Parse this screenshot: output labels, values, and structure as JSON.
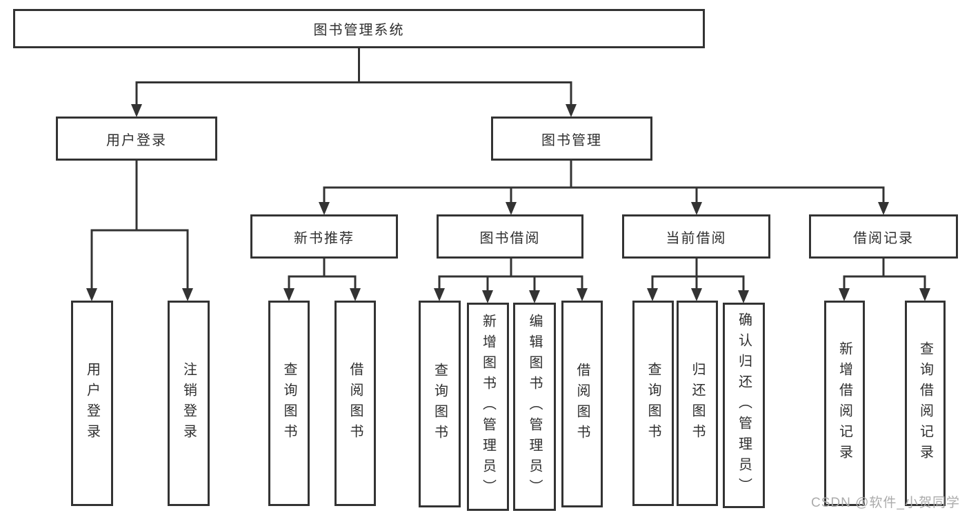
{
  "page": {
    "background": "#ffffff"
  },
  "diagram": {
    "title": "图书管理系统",
    "line_color": "#333333",
    "text_color": "#2f2f2f",
    "level2": {
      "user_login": "用户登录",
      "book_management": "图书管理"
    },
    "level3": {
      "new_book_recommend": "新书推荐",
      "book_borrow": "图书借阅",
      "current_borrow": "当前借阅",
      "borrow_records": "借阅记录"
    },
    "leaves": {
      "user_login": [
        "用户登录",
        "注销登录"
      ],
      "new_book_recommend": [
        "查询图书",
        "借阅图书"
      ],
      "book_borrow": [
        "查询图书",
        "新增图书（管理员）",
        "编辑图书（管理员）",
        "借阅图书"
      ],
      "current_borrow": [
        "查询图书",
        "归还图书",
        "确认归还（管理员）"
      ],
      "borrow_records": [
        "新增借阅记录",
        "查询借阅记录"
      ]
    }
  },
  "watermark": {
    "text": "CSDN @软件_小贺同学",
    "color": "#ababab"
  }
}
